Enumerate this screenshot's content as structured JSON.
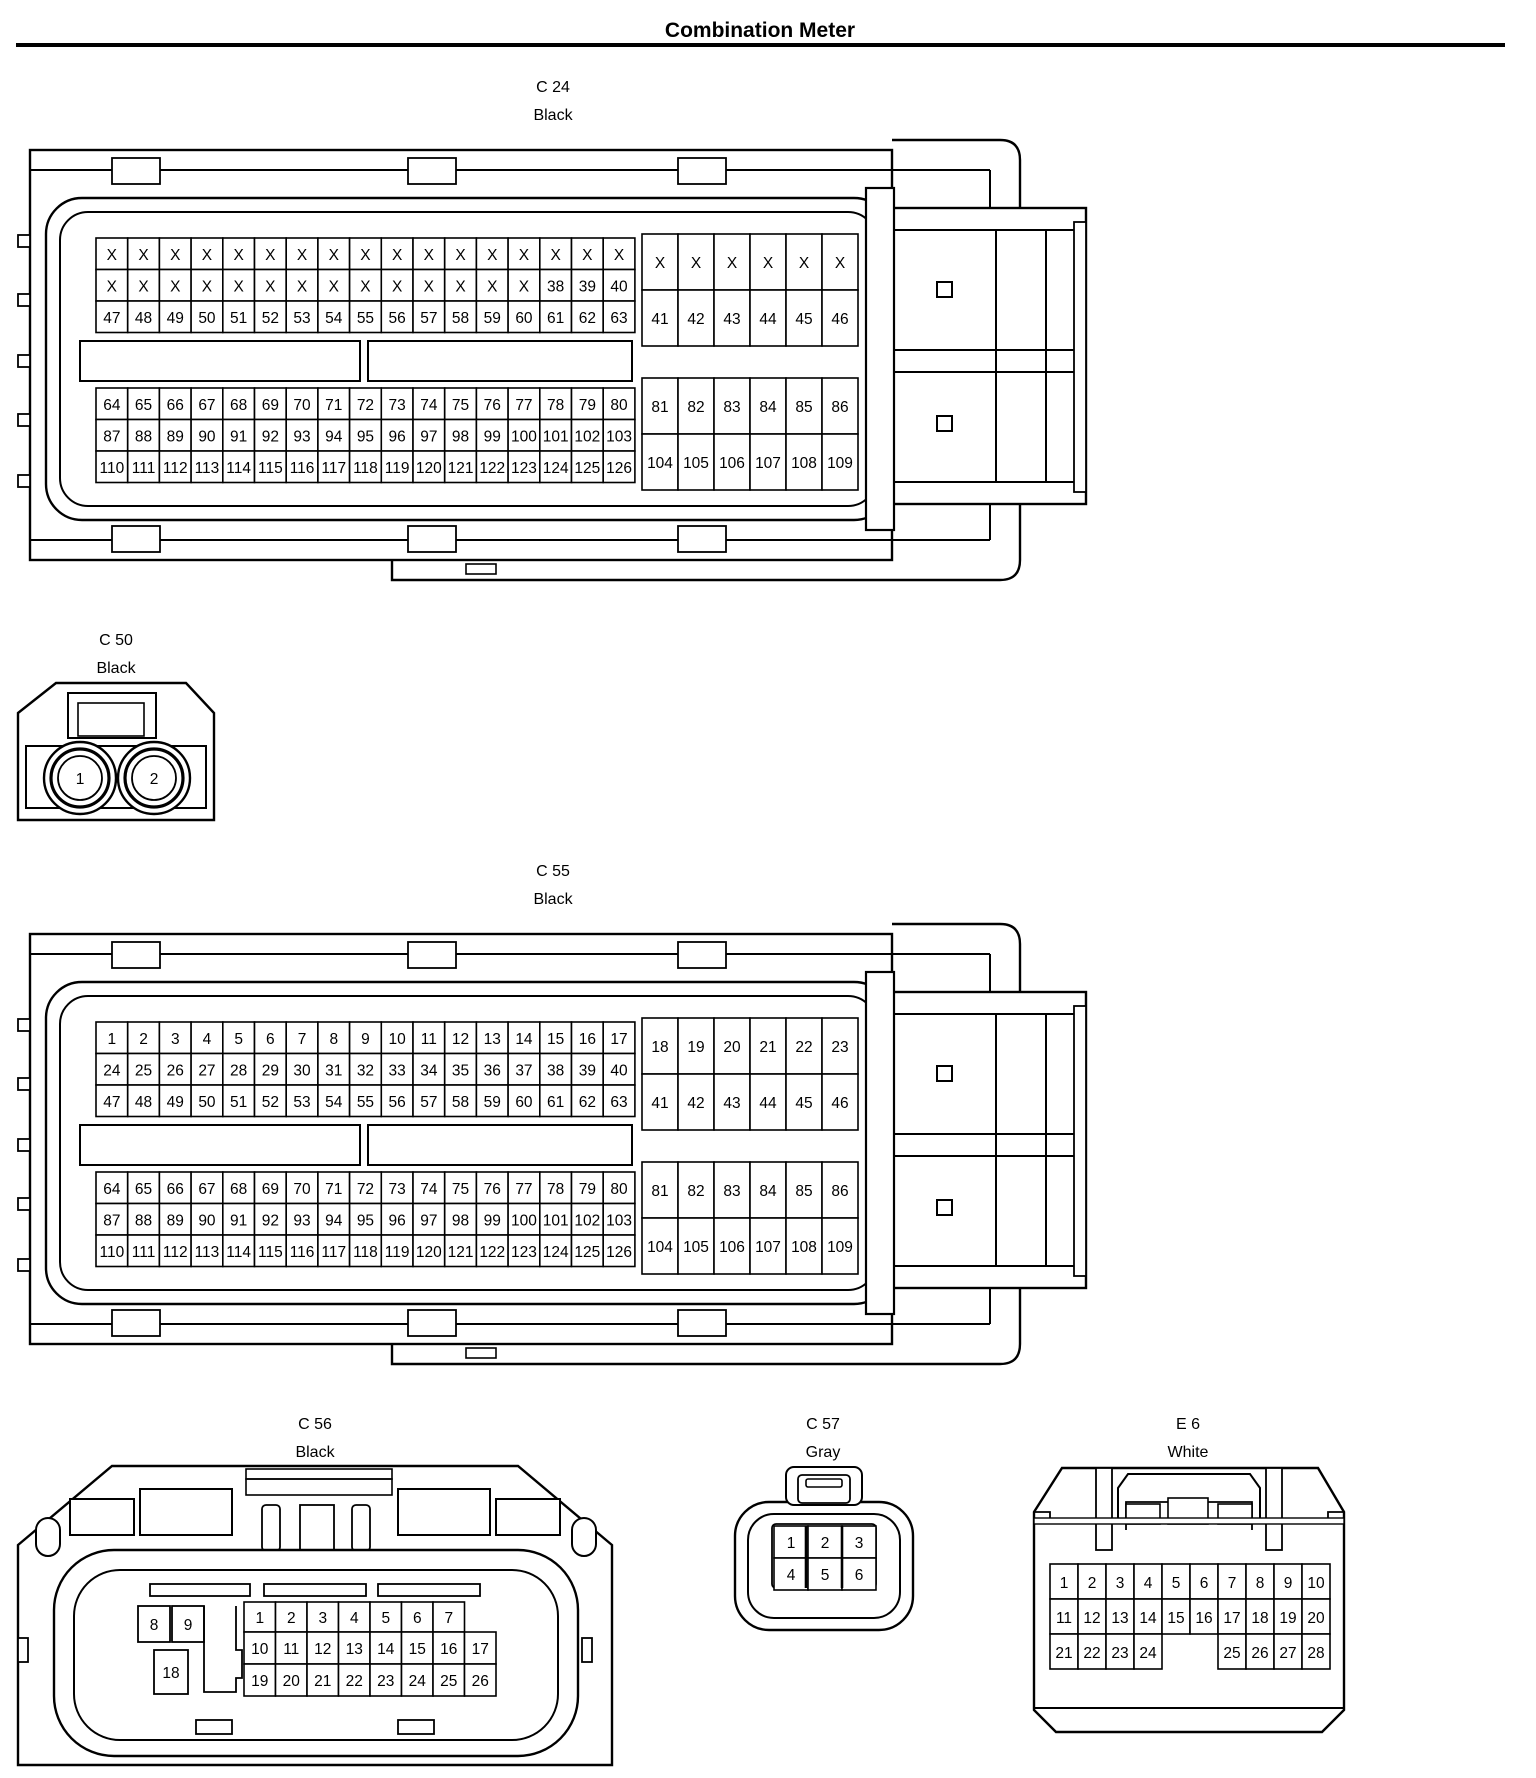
{
  "title": "Combination Meter",
  "connectors": {
    "c24": {
      "code": "C 24",
      "color": "Black",
      "main_top_rows": [
        [
          "X",
          "X",
          "X",
          "X",
          "X",
          "X",
          "X",
          "X",
          "X",
          "X",
          "X",
          "X",
          "X",
          "X",
          "X",
          "X",
          "X"
        ],
        [
          "X",
          "X",
          "X",
          "X",
          "X",
          "X",
          "X",
          "X",
          "X",
          "X",
          "X",
          "X",
          "X",
          "X",
          "38",
          "39",
          "40"
        ],
        [
          "47",
          "48",
          "49",
          "50",
          "51",
          "52",
          "53",
          "54",
          "55",
          "56",
          "57",
          "58",
          "59",
          "60",
          "61",
          "62",
          "63"
        ]
      ],
      "main_bottom_rows": [
        [
          "64",
          "65",
          "66",
          "67",
          "68",
          "69",
          "70",
          "71",
          "72",
          "73",
          "74",
          "75",
          "76",
          "77",
          "78",
          "79",
          "80"
        ],
        [
          "87",
          "88",
          "89",
          "90",
          "91",
          "92",
          "93",
          "94",
          "95",
          "96",
          "97",
          "98",
          "99",
          "100",
          "101",
          "102",
          "103"
        ],
        [
          "110",
          "111",
          "112",
          "113",
          "114",
          "115",
          "116",
          "117",
          "118",
          "119",
          "120",
          "121",
          "122",
          "123",
          "124",
          "125",
          "126"
        ]
      ],
      "side_top_rows": [
        [
          "X",
          "X",
          "X",
          "X",
          "X",
          "X"
        ],
        [
          "41",
          "42",
          "43",
          "44",
          "45",
          "46"
        ]
      ],
      "side_bottom_rows": [
        [
          "81",
          "82",
          "83",
          "84",
          "85",
          "86"
        ],
        [
          "104",
          "105",
          "106",
          "107",
          "108",
          "109"
        ]
      ]
    },
    "c50": {
      "code": "C 50",
      "color": "Black",
      "pins": [
        "1",
        "2"
      ]
    },
    "c55": {
      "code": "C 55",
      "color": "Black",
      "main_top_rows": [
        [
          "1",
          "2",
          "3",
          "4",
          "5",
          "6",
          "7",
          "8",
          "9",
          "10",
          "11",
          "12",
          "13",
          "14",
          "15",
          "16",
          "17"
        ],
        [
          "24",
          "25",
          "26",
          "27",
          "28",
          "29",
          "30",
          "31",
          "32",
          "33",
          "34",
          "35",
          "36",
          "37",
          "38",
          "39",
          "40"
        ],
        [
          "47",
          "48",
          "49",
          "50",
          "51",
          "52",
          "53",
          "54",
          "55",
          "56",
          "57",
          "58",
          "59",
          "60",
          "61",
          "62",
          "63"
        ]
      ],
      "main_bottom_rows": [
        [
          "64",
          "65",
          "66",
          "67",
          "68",
          "69",
          "70",
          "71",
          "72",
          "73",
          "74",
          "75",
          "76",
          "77",
          "78",
          "79",
          "80"
        ],
        [
          "87",
          "88",
          "89",
          "90",
          "91",
          "92",
          "93",
          "94",
          "95",
          "96",
          "97",
          "98",
          "99",
          "100",
          "101",
          "102",
          "103"
        ],
        [
          "110",
          "111",
          "112",
          "113",
          "114",
          "115",
          "116",
          "117",
          "118",
          "119",
          "120",
          "121",
          "122",
          "123",
          "124",
          "125",
          "126"
        ]
      ],
      "side_top_rows": [
        [
          "18",
          "19",
          "20",
          "21",
          "22",
          "23"
        ],
        [
          "41",
          "42",
          "43",
          "44",
          "45",
          "46"
        ]
      ],
      "side_bottom_rows": [
        [
          "81",
          "82",
          "83",
          "84",
          "85",
          "86"
        ],
        [
          "104",
          "105",
          "106",
          "107",
          "108",
          "109"
        ]
      ]
    },
    "c56": {
      "code": "C 56",
      "color": "Black",
      "left_pins": [
        "8",
        "9",
        "18"
      ],
      "rows": [
        [
          "1",
          "2",
          "3",
          "4",
          "5",
          "6",
          "7"
        ],
        [
          "10",
          "11",
          "12",
          "13",
          "14",
          "15",
          "16",
          "17"
        ],
        [
          "19",
          "20",
          "21",
          "22",
          "23",
          "24",
          "25",
          "26"
        ]
      ]
    },
    "c57": {
      "code": "C 57",
      "color": "Gray",
      "rows": [
        [
          "1",
          "2",
          "3"
        ],
        [
          "4",
          "5",
          "6"
        ]
      ]
    },
    "e6": {
      "code": "E 6",
      "color": "White",
      "rows": [
        [
          "1",
          "2",
          "3",
          "4",
          "5",
          "6",
          "7",
          "8",
          "9",
          "10"
        ],
        [
          "11",
          "12",
          "13",
          "14",
          "15",
          "16",
          "17",
          "18",
          "19",
          "20"
        ],
        [
          "21",
          "22",
          "23",
          "24",
          "",
          "",
          "25",
          "26",
          "27",
          "28"
        ]
      ]
    }
  }
}
